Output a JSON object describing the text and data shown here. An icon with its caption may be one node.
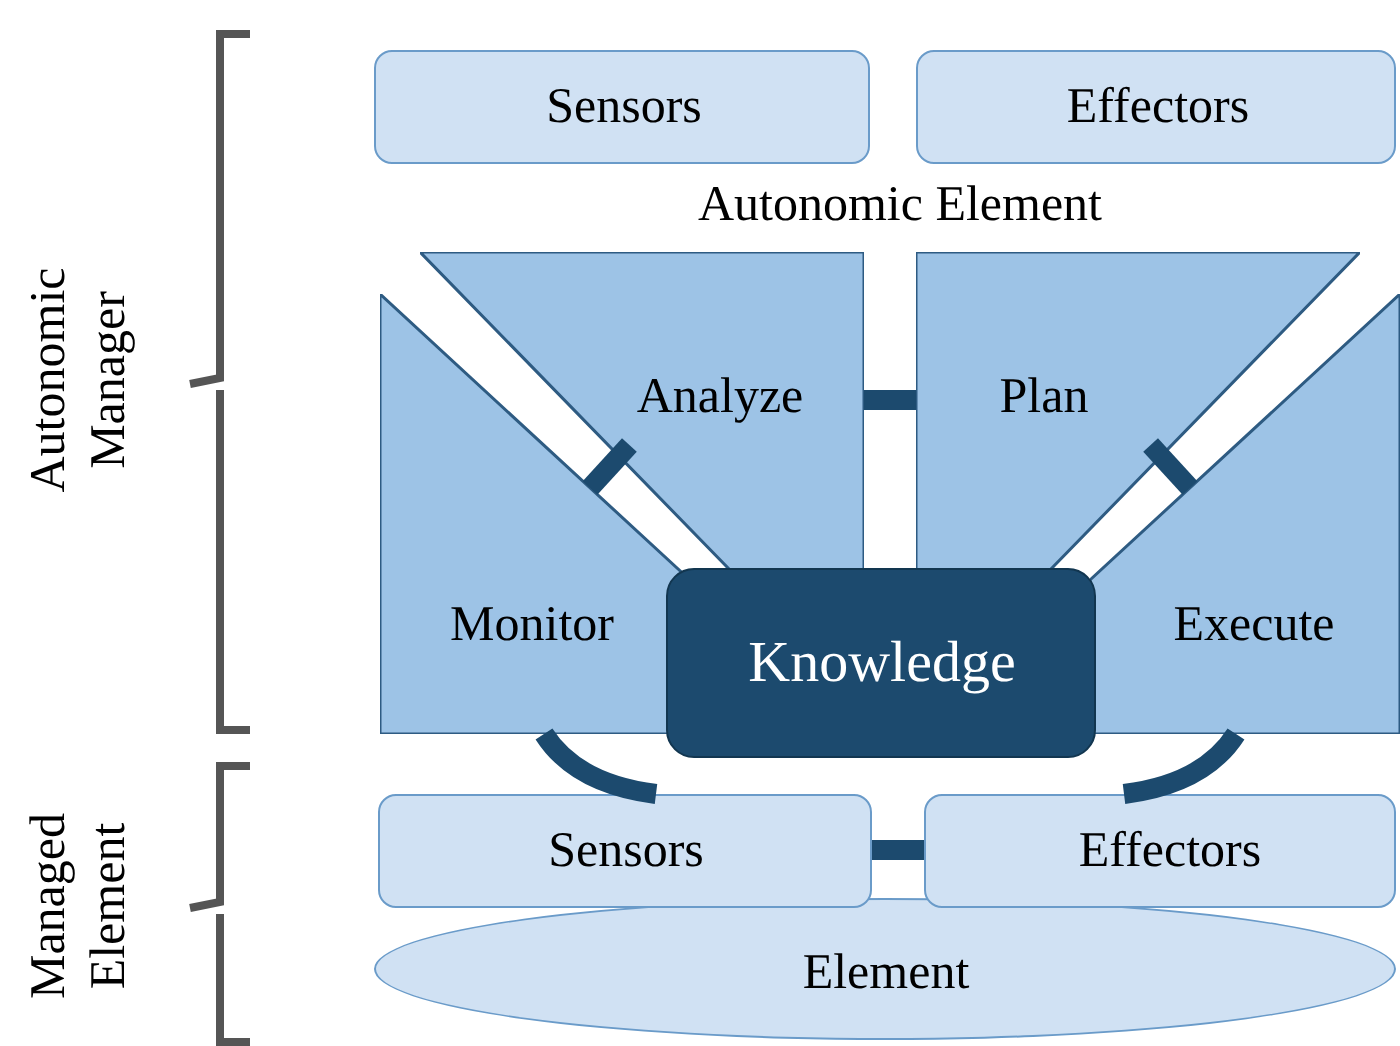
{
  "diagram": {
    "nodes": [
      {
        "text": [
          "Sensors"
        ]
      },
      {
        "text": [
          "Effectors"
        ]
      },
      {
        "text": [
          "Analyze"
        ]
      },
      {
        "text": [
          "Plan"
        ]
      },
      {
        "text": [
          "Monitor"
        ]
      },
      {
        "text": [
          "Execute"
        ]
      },
      {
        "text": [
          "Knowledge"
        ]
      },
      {
        "text": [
          "Sensors"
        ]
      },
      {
        "text": [
          "Effectors"
        ]
      },
      {
        "text": [
          "Element"
        ]
      }
    ],
    "edges": [
      {
        "from": 4,
        "to": 2,
        "arrow": "none"
      },
      {
        "from": 2,
        "to": 3,
        "arrow": "none"
      },
      {
        "from": 3,
        "to": 5,
        "arrow": "none"
      },
      {
        "from": 4,
        "to": 7,
        "arrow": "none"
      },
      {
        "from": 5,
        "to": 8,
        "arrow": "none"
      },
      {
        "from": 7,
        "to": 8,
        "arrow": "none"
      }
    ],
    "labels": [
      "Autonomic Manager",
      "Autonomic Element",
      "Managed Element"
    ]
  }
}
